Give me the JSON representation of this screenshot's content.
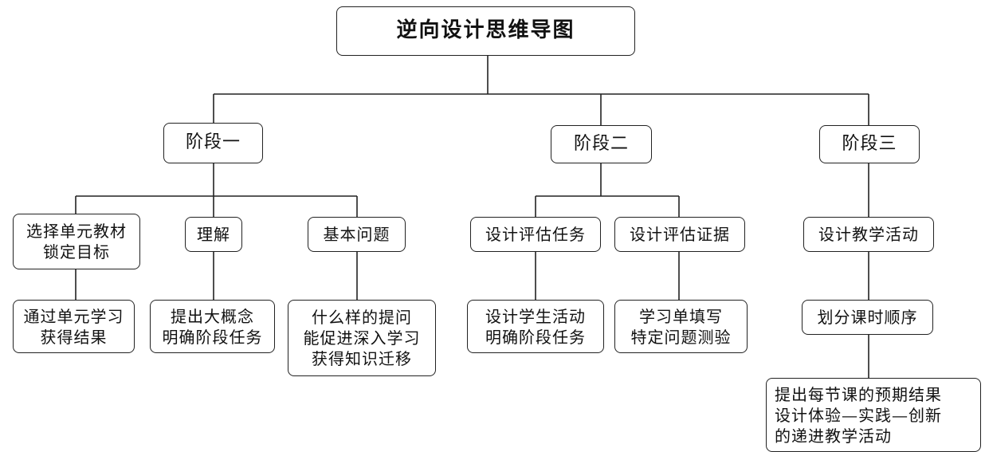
{
  "root": {
    "title": "逆向设计思维导图"
  },
  "stages": [
    {
      "label": "阶段一",
      "branches": [
        {
          "title": [
            "选择单元教材",
            "锁定目标"
          ],
          "detail": [
            "通过单元学习",
            "获得结果"
          ]
        },
        {
          "title": [
            "理解"
          ],
          "detail": [
            "提出大概念",
            "明确阶段任务"
          ]
        },
        {
          "title": [
            "基本问题"
          ],
          "detail": [
            "什么样的提问",
            "能促进深入学习",
            "获得知识迁移"
          ]
        }
      ]
    },
    {
      "label": "阶段二",
      "branches": [
        {
          "title": [
            "设计评估任务"
          ],
          "detail": [
            "设计学生活动",
            "明确阶段任务"
          ]
        },
        {
          "title": [
            "设计评估证据"
          ],
          "detail": [
            "学习单填写",
            "特定问题测验"
          ]
        }
      ]
    },
    {
      "label": "阶段三",
      "branches": [
        {
          "title": [
            "设计教学活动"
          ],
          "detail": [
            "划分课时顺序"
          ],
          "extra": [
            "提出每节课的预期结果",
            "设计体验—实践—创新",
            "的递进教学活动"
          ]
        }
      ]
    }
  ]
}
